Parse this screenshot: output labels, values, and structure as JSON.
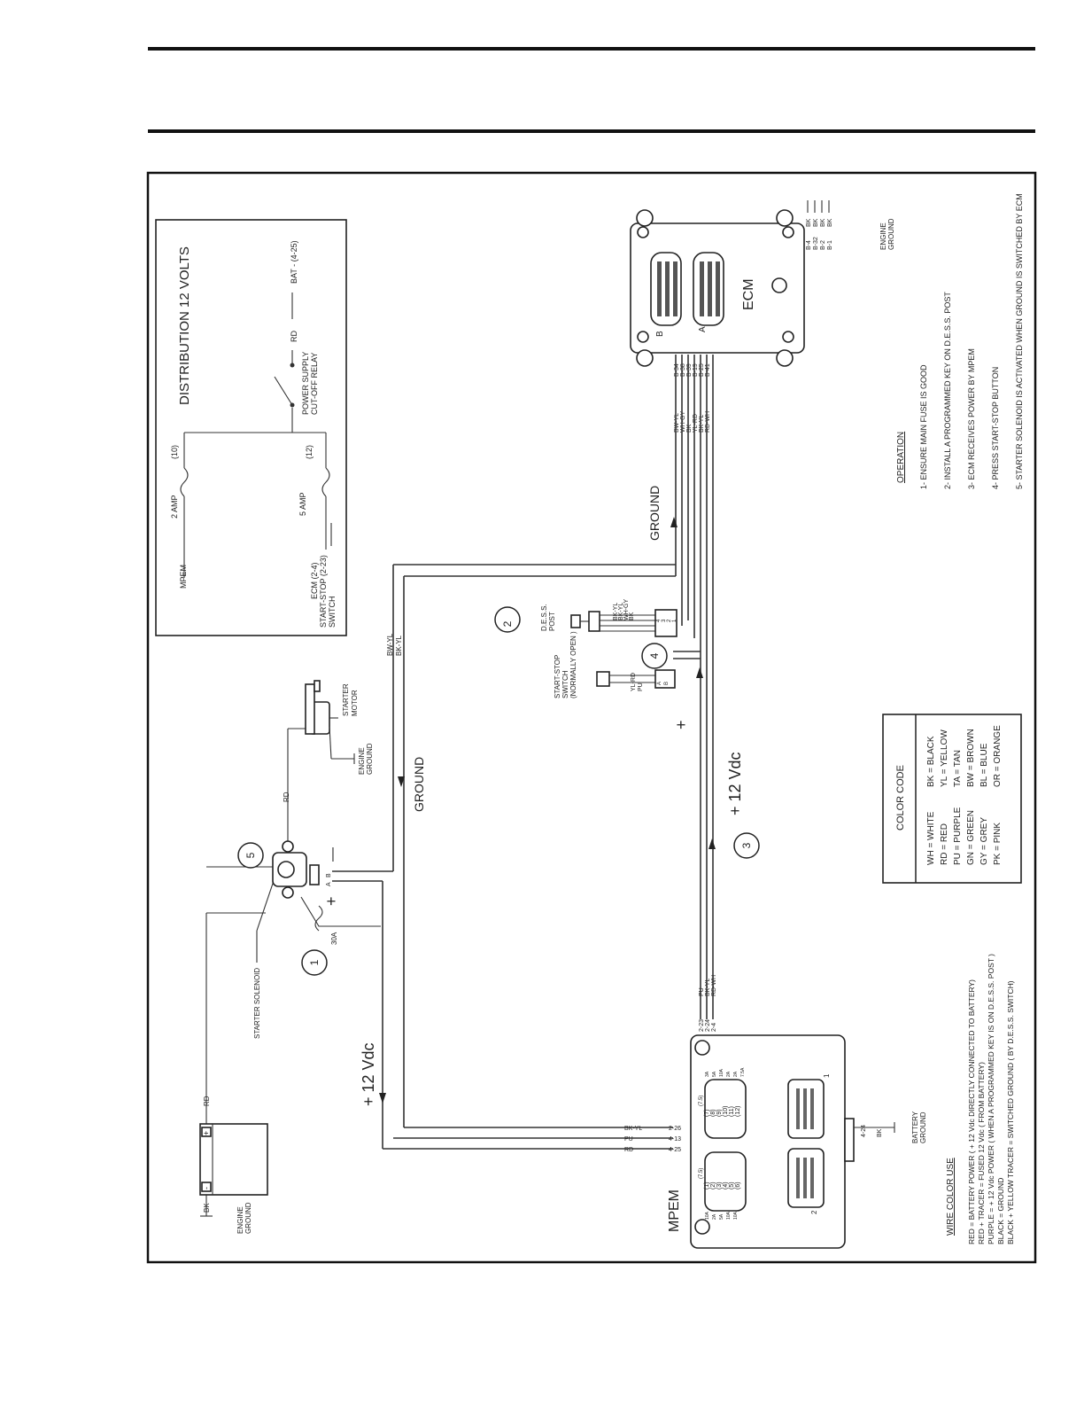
{
  "distribution": {
    "title": "DISTRIBUTION 12 VOLTS",
    "mpem": "MPEM",
    "amp2": "2 AMP",
    "amp5": "5 AMP",
    "fuse10": "(10)",
    "fuse12": "(12)",
    "ecm_line": "ECM (2-4)",
    "startstop_line": "START-STOP (2-23)",
    "switch_line": "SWITCH",
    "relay_line1": "POWER SUPPLY",
    "relay_line2": "CUT-OFF RELAY",
    "rd": "RD",
    "bat": "BAT - (4-25)"
  },
  "ecm": {
    "label": "ECM",
    "conn_b": "B",
    "conn_a": "A",
    "pins": [
      "B-34",
      "B-38",
      "B-39",
      "B-19",
      "B-25",
      "B-41"
    ],
    "wires": [
      "BW-YL",
      "WH-GY",
      "BK",
      "YL-RD",
      "BK-YL",
      "RD-WH"
    ],
    "ground_pins": [
      "B-4",
      "B-32",
      "B-2",
      "B-1"
    ],
    "ground_colors": [
      "BK",
      "BK",
      "BK",
      "BK"
    ],
    "ground_label1": "ENGINE",
    "ground_label2": "GROUND"
  },
  "operation": {
    "title": "OPERATION",
    "steps": [
      "1- ENSURE MAIN FUSE IS GOOD",
      "2- INSTALL A PROGRAMMED KEY ON D.E.S.S. POST",
      "3- ECM RECEIVES POWER BY MPEM",
      "4- PRESS START-STOP BUTTON",
      "5- STARTER SOLENOID IS ACTIVATED WHEN GROUND IS SWITCHED BY ECM"
    ]
  },
  "color_code": {
    "title": "COLOR CODE",
    "col1": [
      "WH = WHITE",
      "RD = RED",
      "PU = PURPLE",
      "GN = GREEN",
      "GY = GREY",
      "PK = PINK"
    ],
    "col2": [
      "BK = BLACK",
      "YL = YELLOW",
      "TA = TAN",
      "BW = BROWN",
      "BL = BLUE",
      "OR = ORANGE"
    ]
  },
  "wire_use": {
    "title": "WIRE COLOR USE",
    "lines": [
      "RED = BATTERY POWER ( + 12 Vdc DIRECTLY CONNECTED TO BATTERY)",
      "RED + TRACER = FUSED 12 Vdc ( FROM BATTERY)",
      "PURPLE = + 12 Vdc POWER ( WHEN A PROGRAMMED KEY IS ON D.E.S.S. POST )",
      "BLACK = GROUND",
      "BLACK + YELLOW TRACER = SWITCHED GROUND ( BY D.E.S.S. SWITCH)"
    ]
  },
  "labels": {
    "ground": "GROUND",
    "plus12": "+ 12 Vdc",
    "plus": "+",
    "minus": "—",
    "dess_post1": "D.E.S.S.",
    "dess_post2": "POST",
    "dess_wires": [
      "BK-YL",
      "BK-YL",
      "WH-GY",
      "BK"
    ],
    "dess_pins": [
      "4",
      "3",
      "2",
      "1"
    ],
    "ss1": "START-STOP",
    "ss2": "SWITCH",
    "ss3": "(NORMALLY OPEN )",
    "ss_wires": [
      "YL-RD",
      "PU"
    ],
    "ss_pins": [
      "A",
      "B"
    ],
    "starter_motor1": "STARTER",
    "starter_motor2": "MOTOR",
    "engine1": "ENGINE",
    "engine2": "GROUND",
    "starter_solenoid": "STARTER SOLENOID",
    "rd": "RD",
    "bk": "BK",
    "fuse30": "30A",
    "bwyl": "BW-YL",
    "bkyl": "BK-YL",
    "sol_b": "B",
    "sol_a": "A",
    "mpem_top_wires": [
      "PU",
      "BK-YL",
      "RD-WH"
    ],
    "mpem_top_pins": [
      "2-23",
      "2-24",
      "2-4"
    ],
    "mpem_left_wires": [
      "BK-YL",
      "PU",
      "RD"
    ],
    "mpem_left_pins": [
      "2-26",
      "4-13",
      "4-25"
    ],
    "mpem": "MPEM",
    "battery_wire": "BK",
    "battery_pin": "4-24",
    "battery_ground1": "BATTERY",
    "battery_ground2": "GROUND",
    "callouts": [
      "1",
      "2",
      "3",
      "4",
      "5"
    ],
    "conn1": "1",
    "conn2": "2",
    "fuse_left": [
      "(1)",
      "(2)",
      "(3)",
      "(4)",
      "(5)",
      "(6)"
    ],
    "fuse_right": [
      "(7)",
      "(8)",
      "(9)",
      "(10)",
      "(11)",
      "(12)"
    ],
    "fuse_hdr_left": "(7.5)",
    "fuse_hdr_right": "(7.5)",
    "fuse_amps_left": [
      "10A",
      "2A",
      "5A",
      "10A",
      "10A"
    ],
    "fuse_amps_right": [
      "3A",
      "5A",
      "10A",
      "2A",
      "2A",
      "7.5A"
    ]
  }
}
